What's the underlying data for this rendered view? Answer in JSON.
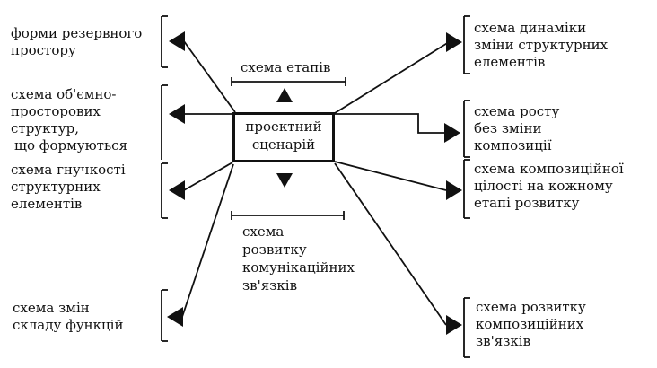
{
  "center": {
    "line1": "проектний",
    "line2": "сценарій"
  },
  "top_label": "схема етапів",
  "bottom_label": {
    "line1": "схема",
    "line2": "розвитку",
    "line3": "комунікаційних",
    "line4": "зв'язків"
  },
  "left": [
    {
      "line1": "форми резервного",
      "line2": "простору"
    },
    {
      "line1": "схема об'ємно-",
      "line2": "просторових",
      "line3": "структур,",
      "line4": "що формуються"
    },
    {
      "line1": "схема гнучкості",
      "line2": "структурних",
      "line3": "елементів"
    },
    {
      "line1": "схема змін",
      "line2": "складу функцій"
    }
  ],
  "right": [
    {
      "line1": "схема динаміки",
      "line2": "зміни структурних",
      "line3": "елементів"
    },
    {
      "line1": "схема росту",
      "line2": "без зміни",
      "line3": "композиції"
    },
    {
      "line1": "схема композиційної",
      "line2": "цілості на кожному",
      "line3": "етапі розвитку"
    },
    {
      "line1": "схема розвитку",
      "line2": "композиційних",
      "line3": "зв'язків"
    }
  ]
}
